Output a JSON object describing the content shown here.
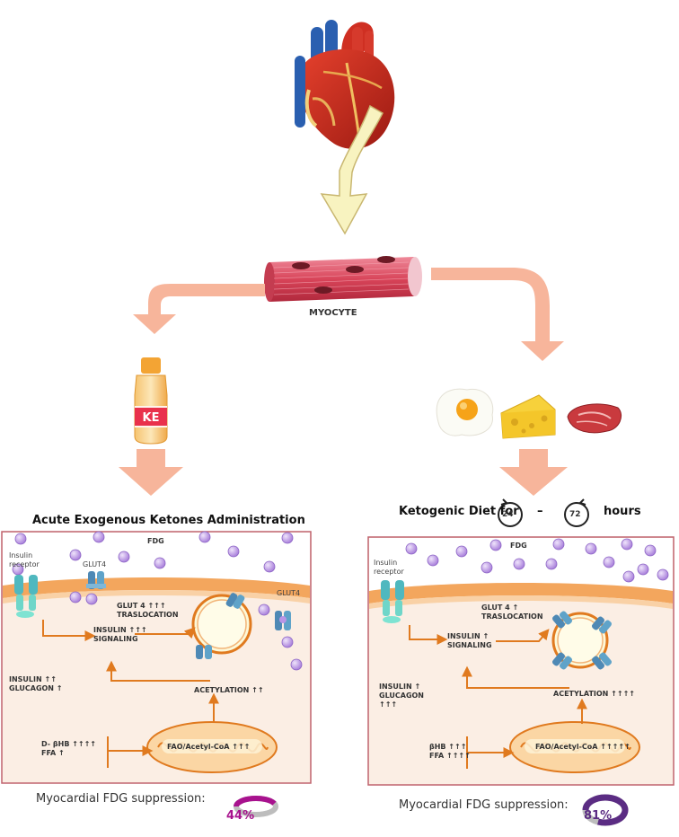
{
  "center_label": "MYOCYTE",
  "bottle_label": "KE",
  "left_panel": {
    "title": "Acute Exogenous Ketones Administration",
    "fdg": "FDG",
    "insulin_receptor": "Insulin receptor",
    "glut4_a": "GLUT4",
    "glut4_b": "GLUT4",
    "glut4_translocation": "GLUT 4 ↑↑↑ TRASLOCATION",
    "insulin_signaling": "INSULIN ↑↑↑ SIGNALING",
    "hormones": "INSULIN ↑↑ GLUCAGON ↑",
    "acetylation": "ACETYLATION ↑↑",
    "fao": "FAO/Acetyl-CoA ↑↑↑",
    "substrates": "D- βHB ↑↑↑↑ FFA ↑",
    "suppression_label": "Myocardial FDG suppression:",
    "suppression_value": "44%",
    "suppression_fraction": 0.44
  },
  "right_panel": {
    "title_prefix": "Ketogenic Diet for",
    "time_a": "24",
    "dash": "–",
    "time_b": "72",
    "title_suffix": "hours",
    "fdg": "FDG",
    "insulin_receptor": "Insulin receptor",
    "glut4_translocation": "GLUT 4 ↑ TRASLOCATION",
    "insulin_signaling": "INSULIN ↑ SIGNALING",
    "hormones": "INSULIN ↑ GLUCAGON ↑↑↑",
    "acetylation": "ACETYLATION ↑↑↑↑",
    "fao": "FAO/Acetyl-CoA ↑↑↑↑↑",
    "substrates": "βHB ↑↑↑ FFA ↑↑↑↑",
    "suppression_label": "Myocardial FDG suppression:",
    "suppression_value": "81%",
    "suppression_fraction": 0.81
  },
  "colors": {
    "panel_fill": "#fbeee4",
    "panel_border": "#c0646e",
    "membrane": "#f3a65d",
    "arrow_orange": "#e07a1f",
    "fdg_dot": "#b995e6",
    "curved_arrow": "#f8f3c0",
    "branch_arrow": "#f7b59b",
    "glut_blue": "#5fa3c9",
    "receptor_cyan": "#6fd6c9",
    "magenta": "#a8128e",
    "purple": "#5b2c83"
  }
}
